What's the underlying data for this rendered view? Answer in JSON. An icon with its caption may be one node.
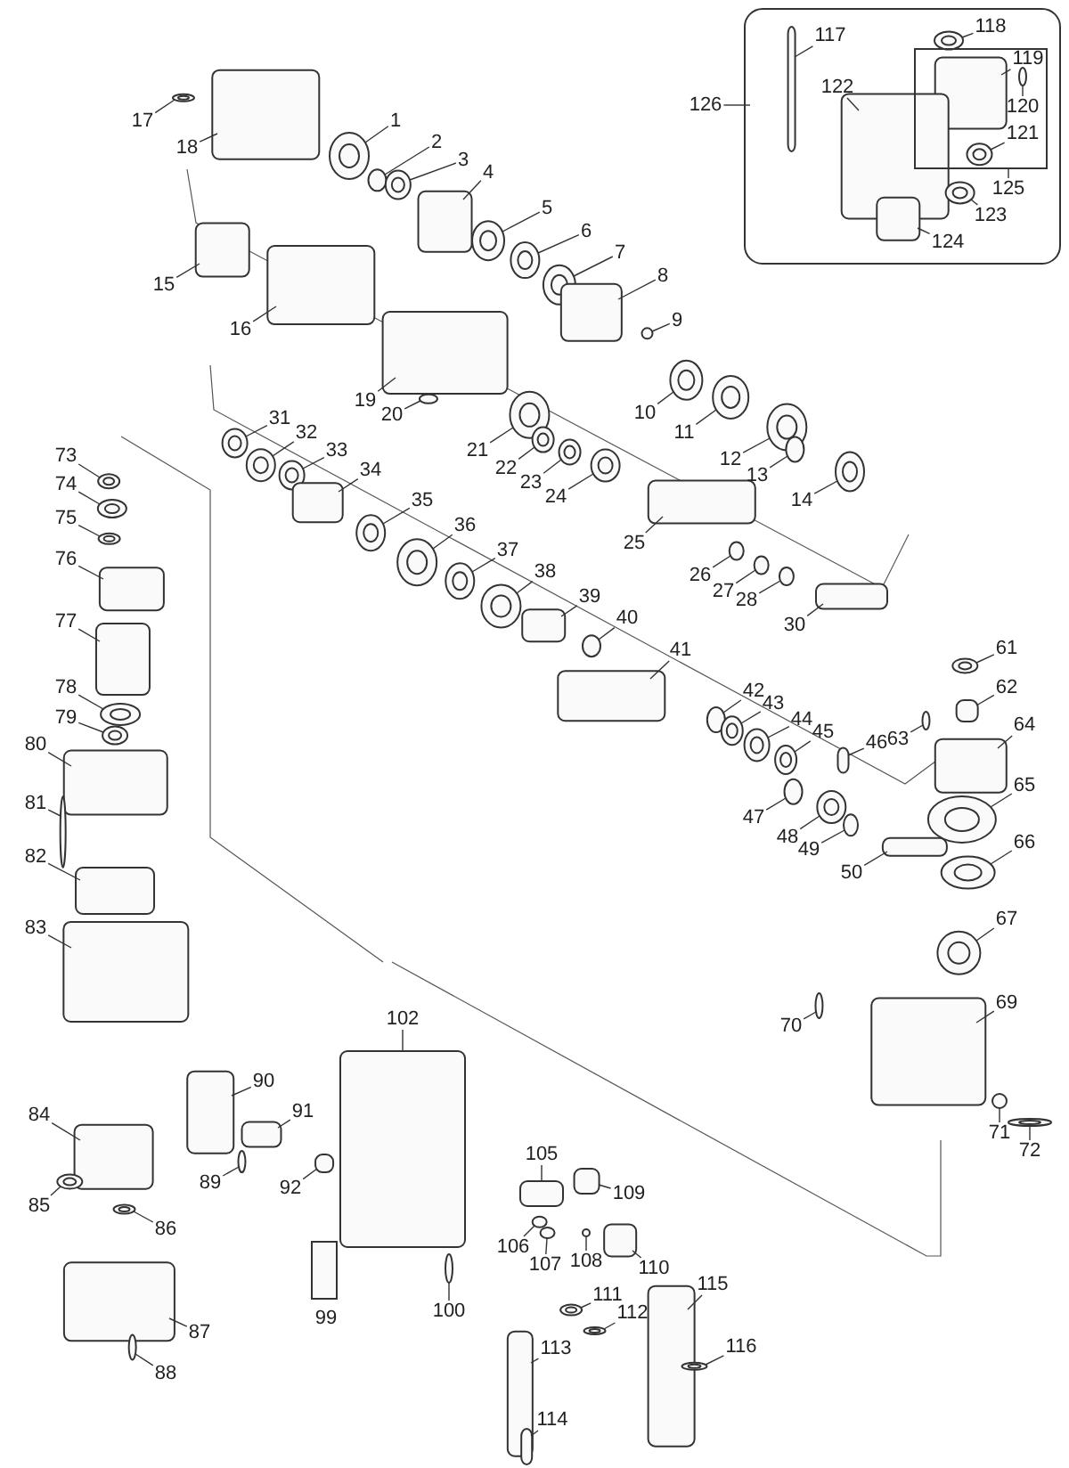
{
  "diagram": {
    "nodes": [
      {
        "text": [
          "1"
        ]
      },
      {
        "text": [
          "2"
        ]
      },
      {
        "text": [
          "3"
        ]
      },
      {
        "text": [
          "4"
        ]
      },
      {
        "text": [
          "5"
        ]
      },
      {
        "text": [
          "6"
        ]
      },
      {
        "text": [
          "7"
        ]
      },
      {
        "text": [
          "8"
        ]
      },
      {
        "text": [
          "9"
        ]
      },
      {
        "text": [
          "10"
        ]
      },
      {
        "text": [
          "11"
        ]
      },
      {
        "text": [
          "12"
        ]
      },
      {
        "text": [
          "13"
        ]
      },
      {
        "text": [
          "14"
        ]
      },
      {
        "text": [
          "15"
        ]
      },
      {
        "text": [
          "16"
        ]
      },
      {
        "text": [
          "17"
        ]
      },
      {
        "text": [
          "18"
        ]
      },
      {
        "text": [
          "19"
        ]
      },
      {
        "text": [
          "20"
        ]
      },
      {
        "text": [
          "21"
        ]
      },
      {
        "text": [
          "22"
        ]
      },
      {
        "text": [
          "23"
        ]
      },
      {
        "text": [
          "24"
        ]
      },
      {
        "text": [
          "25"
        ]
      },
      {
        "text": [
          "26"
        ]
      },
      {
        "text": [
          "27"
        ]
      },
      {
        "text": [
          "28"
        ]
      },
      {
        "text": [
          "30"
        ]
      },
      {
        "text": [
          "31"
        ]
      },
      {
        "text": [
          "32"
        ]
      },
      {
        "text": [
          "33"
        ]
      },
      {
        "text": [
          "34"
        ]
      },
      {
        "text": [
          "35"
        ]
      },
      {
        "text": [
          "36"
        ]
      },
      {
        "text": [
          "37"
        ]
      },
      {
        "text": [
          "38"
        ]
      },
      {
        "text": [
          "39"
        ]
      },
      {
        "text": [
          "40"
        ]
      },
      {
        "text": [
          "41"
        ]
      },
      {
        "text": [
          "42"
        ]
      },
      {
        "text": [
          "43"
        ]
      },
      {
        "text": [
          "44"
        ]
      },
      {
        "text": [
          "45"
        ]
      },
      {
        "text": [
          "46"
        ]
      },
      {
        "text": [
          "47"
        ]
      },
      {
        "text": [
          "48"
        ]
      },
      {
        "text": [
          "49"
        ]
      },
      {
        "text": [
          "50"
        ]
      },
      {
        "text": [
          "61"
        ]
      },
      {
        "text": [
          "62"
        ]
      },
      {
        "text": [
          "63"
        ]
      },
      {
        "text": [
          "64"
        ]
      },
      {
        "text": [
          "65"
        ]
      },
      {
        "text": [
          "66"
        ]
      },
      {
        "text": [
          "67"
        ]
      },
      {
        "text": [
          "69"
        ]
      },
      {
        "text": [
          "70"
        ]
      },
      {
        "text": [
          "71"
        ]
      },
      {
        "text": [
          "72"
        ]
      },
      {
        "text": [
          "73"
        ]
      },
      {
        "text": [
          "74"
        ]
      },
      {
        "text": [
          "75"
        ]
      },
      {
        "text": [
          "76"
        ]
      },
      {
        "text": [
          "77"
        ]
      },
      {
        "text": [
          "78"
        ]
      },
      {
        "text": [
          "79"
        ]
      },
      {
        "text": [
          "80"
        ]
      },
      {
        "text": [
          "81"
        ]
      },
      {
        "text": [
          "82"
        ]
      },
      {
        "text": [
          "83"
        ]
      },
      {
        "text": [
          "84"
        ]
      },
      {
        "text": [
          "85"
        ]
      },
      {
        "text": [
          "86"
        ]
      },
      {
        "text": [
          "87"
        ]
      },
      {
        "text": [
          "88"
        ]
      },
      {
        "text": [
          "89"
        ]
      },
      {
        "text": [
          "90"
        ]
      },
      {
        "text": [
          "91"
        ]
      },
      {
        "text": [
          "92"
        ]
      },
      {
        "text": [
          "100"
        ]
      },
      {
        "text": [
          "102"
        ]
      },
      {
        "text": [
          "105"
        ]
      },
      {
        "text": [
          "106"
        ]
      },
      {
        "text": [
          "107"
        ]
      },
      {
        "text": [
          "108"
        ]
      },
      {
        "text": [
          "109"
        ]
      },
      {
        "text": [
          "110"
        ]
      },
      {
        "text": [
          "111"
        ]
      },
      {
        "text": [
          "112"
        ]
      },
      {
        "text": [
          "113"
        ]
      },
      {
        "text": [
          "114"
        ]
      },
      {
        "text": [
          "115"
        ]
      },
      {
        "text": [
          "116"
        ]
      },
      {
        "text": [
          "117"
        ]
      },
      {
        "text": [
          "118"
        ]
      },
      {
        "text": [
          "119"
        ],
        "in": 206
      },
      {
        "text": [
          "120"
        ],
        "in": 206
      },
      {
        "text": [
          "121"
        ],
        "in": 206
      },
      {
        "text": [
          "122"
        ]
      },
      {
        "text": [
          "123"
        ]
      },
      {
        "text": [
          "124"
        ]
      },
      {
        "text": [
          "125"
        ]
      },
      {
        "text": [
          "126"
        ]
      },
      {
        "text": [],
        "shape": "circle"
      },
      {
        "text": [],
        "shape": "circle"
      },
      {
        "text": [],
        "shape": "circle"
      },
      {
        "text": [],
        "shape": "box"
      },
      {
        "text": [],
        "shape": "circle"
      },
      {
        "text": [],
        "shape": "circle"
      },
      {
        "text": [],
        "shape": "circle"
      },
      {
        "text": [],
        "shape": "box"
      },
      {
        "text": [],
        "shape": "circle"
      },
      {
        "text": [],
        "shape": "circle"
      },
      {
        "text": [],
        "shape": "circle"
      },
      {
        "text": [],
        "shape": "circle"
      },
      {
        "text": [],
        "shape": "circle"
      },
      {
        "text": [],
        "shape": "circle"
      },
      {
        "text": [],
        "shape": "box"
      },
      {
        "text": [],
        "shape": "box"
      },
      {
        "text": [],
        "shape": "circle"
      },
      {
        "text": [],
        "shape": "box"
      },
      {
        "text": [],
        "shape": "box"
      },
      {
        "text": [],
        "shape": "circle"
      },
      {
        "text": [],
        "shape": "circle"
      },
      {
        "text": [],
        "shape": "circle"
      },
      {
        "text": [],
        "shape": "circle"
      },
      {
        "text": [],
        "shape": "circle"
      },
      {
        "text": [],
        "shape": "box"
      },
      {
        "text": [],
        "shape": "circle"
      },
      {
        "text": [],
        "shape": "circle"
      },
      {
        "text": [],
        "shape": "circle"
      },
      {
        "text": [],
        "shape": "box"
      },
      {
        "text": [],
        "shape": "circle"
      },
      {
        "text": [],
        "shape": "circle"
      },
      {
        "text": [],
        "shape": "circle"
      },
      {
        "text": [],
        "shape": "box"
      },
      {
        "text": [],
        "shape": "circle"
      },
      {
        "text": [],
        "shape": "circle"
      },
      {
        "text": [],
        "shape": "circle"
      },
      {
        "text": [],
        "shape": "circle"
      },
      {
        "text": [],
        "shape": "box"
      },
      {
        "text": [],
        "shape": "circle"
      },
      {
        "text": [],
        "shape": "box"
      },
      {
        "text": [],
        "shape": "circle"
      },
      {
        "text": [],
        "shape": "circle"
      },
      {
        "text": [],
        "shape": "circle"
      },
      {
        "text": [],
        "shape": "circle"
      },
      {
        "text": [],
        "shape": "box"
      },
      {
        "text": [],
        "shape": "circle"
      },
      {
        "text": [],
        "shape": "circle"
      },
      {
        "text": [],
        "shape": "circle"
      },
      {
        "text": [],
        "shape": "box"
      },
      {
        "text": [],
        "shape": "circle"
      },
      {
        "text": [],
        "shape": "box"
      },
      {
        "text": [],
        "shape": "circle"
      },
      {
        "text": [],
        "shape": "box"
      },
      {
        "text": [],
        "shape": "circle"
      },
      {
        "text": [],
        "shape": "circle"
      },
      {
        "text": [],
        "shape": "circle"
      },
      {
        "text": [],
        "shape": "box"
      },
      {
        "text": [],
        "shape": "circle"
      },
      {
        "text": [],
        "shape": "box"
      },
      {
        "text": [],
        "shape": "circle"
      },
      {
        "text": [],
        "shape": "circle"
      },
      {
        "text": [],
        "shape": "circle"
      },
      {
        "text": [],
        "shape": "circle"
      },
      {
        "text": [],
        "shape": "box"
      },
      {
        "text": [],
        "shape": "box"
      },
      {
        "text": [],
        "shape": "circle"
      },
      {
        "text": [],
        "shape": "circle"
      },
      {
        "text": [],
        "shape": "box"
      },
      {
        "text": [],
        "shape": "circle"
      },
      {
        "text": [],
        "shape": "box"
      },
      {
        "text": [],
        "shape": "box"
      },
      {
        "text": [],
        "shape": "box"
      },
      {
        "text": [],
        "shape": "circle"
      },
      {
        "text": [],
        "shape": "circle"
      },
      {
        "text": [],
        "shape": "box"
      },
      {
        "text": [],
        "shape": "circle"
      },
      {
        "text": [],
        "shape": "circle"
      },
      {
        "text": [],
        "shape": "box"
      },
      {
        "text": [],
        "shape": "box"
      },
      {
        "text": [],
        "shape": "box"
      },
      {
        "text": [],
        "shape": "circle"
      },
      {
        "text": [],
        "shape": "box"
      },
      {
        "text": [],
        "shape": "box"
      },
      {
        "text": [],
        "shape": "circle"
      },
      {
        "text": [],
        "shape": "circle"
      },
      {
        "text": [],
        "shape": "circle"
      },
      {
        "text": [],
        "shape": "box"
      },
      {
        "text": [],
        "shape": "box"
      },
      {
        "text": [],
        "shape": "circle"
      },
      {
        "text": [],
        "shape": "circle"
      },
      {
        "text": [],
        "shape": "box"
      },
      {
        "text": [],
        "shape": "box"
      },
      {
        "text": [],
        "shape": "box"
      },
      {
        "text": [],
        "shape": "circle"
      },
      {
        "text": [],
        "shape": "box"
      },
      {
        "text": [],
        "shape": "circle"
      },
      {
        "text": [],
        "shape": "box",
        "in": 206
      },
      {
        "text": [],
        "shape": "circle",
        "in": 206
      },
      {
        "text": [],
        "shape": "circle",
        "in": 206
      },
      {
        "text": [],
        "shape": "box"
      },
      {
        "text": [],
        "shape": "circle"
      },
      {
        "text": [],
        "shape": "box"
      },
      {
        "text": [],
        "shape": "box"
      }
    ],
    "edges": [
      {
        "from": 0,
        "to": 104,
        "arrow": "none"
      },
      {
        "from": 1,
        "to": 105,
        "arrow": "none"
      },
      {
        "from": 2,
        "to": 106,
        "arrow": "none"
      },
      {
        "from": 3,
        "to": 107,
        "arrow": "none"
      },
      {
        "from": 4,
        "to": 108,
        "arrow": "none"
      },
      {
        "from": 5,
        "to": 109,
        "arrow": "none"
      },
      {
        "from": 6,
        "to": 110,
        "arrow": "none"
      },
      {
        "from": 7,
        "to": 111,
        "arrow": "none"
      },
      {
        "from": 8,
        "to": 112,
        "arrow": "none"
      },
      {
        "from": 9,
        "to": 113,
        "arrow": "none"
      },
      {
        "from": 10,
        "to": 114,
        "arrow": "none"
      },
      {
        "from": 11,
        "to": 115,
        "arrow": "none"
      },
      {
        "from": 12,
        "to": 116,
        "arrow": "none"
      },
      {
        "from": 13,
        "to": 117,
        "arrow": "none"
      },
      {
        "from": 14,
        "to": 118,
        "arrow": "none"
      },
      {
        "from": 15,
        "to": 119,
        "arrow": "none"
      },
      {
        "from": 16,
        "to": 120,
        "arrow": "none"
      },
      {
        "from": 17,
        "to": 121,
        "arrow": "none"
      },
      {
        "from": 18,
        "to": 122,
        "arrow": "none"
      },
      {
        "from": 19,
        "to": 123,
        "arrow": "none"
      },
      {
        "from": 20,
        "to": 124,
        "arrow": "none"
      },
      {
        "from": 21,
        "to": 125,
        "arrow": "none"
      },
      {
        "from": 22,
        "to": 126,
        "arrow": "none"
      },
      {
        "from": 23,
        "to": 127,
        "arrow": "none"
      },
      {
        "from": 24,
        "to": 128,
        "arrow": "none"
      },
      {
        "from": 25,
        "to": 129,
        "arrow": "none"
      },
      {
        "from": 26,
        "to": 130,
        "arrow": "none"
      },
      {
        "from": 27,
        "to": 131,
        "arrow": "none"
      },
      {
        "from": 28,
        "to": 132,
        "arrow": "none"
      },
      {
        "from": 29,
        "to": 133,
        "arrow": "none"
      },
      {
        "from": 30,
        "to": 134,
        "arrow": "none"
      },
      {
        "from": 31,
        "to": 135,
        "arrow": "none"
      },
      {
        "from": 32,
        "to": 136,
        "arrow": "none"
      },
      {
        "from": 33,
        "to": 137,
        "arrow": "none"
      },
      {
        "from": 34,
        "to": 138,
        "arrow": "none"
      },
      {
        "from": 35,
        "to": 139,
        "arrow": "none"
      },
      {
        "from": 36,
        "to": 140,
        "arrow": "none"
      },
      {
        "from": 37,
        "to": 141,
        "arrow": "none"
      },
      {
        "from": 38,
        "to": 142,
        "arrow": "none"
      },
      {
        "from": 39,
        "to": 143,
        "arrow": "none"
      },
      {
        "from": 40,
        "to": 144,
        "arrow": "none"
      },
      {
        "from": 41,
        "to": 145,
        "arrow": "none"
      },
      {
        "from": 42,
        "to": 146,
        "arrow": "none"
      },
      {
        "from": 43,
        "to": 147,
        "arrow": "none"
      },
      {
        "from": 44,
        "to": 148,
        "arrow": "none"
      },
      {
        "from": 45,
        "to": 149,
        "arrow": "none"
      },
      {
        "from": 46,
        "to": 150,
        "arrow": "none"
      },
      {
        "from": 47,
        "to": 151,
        "arrow": "none"
      },
      {
        "from": 48,
        "to": 152,
        "arrow": "none"
      },
      {
        "from": 49,
        "to": 153,
        "arrow": "none"
      },
      {
        "from": 50,
        "to": 154,
        "arrow": "none"
      },
      {
        "from": 51,
        "to": 155,
        "arrow": "none"
      },
      {
        "from": 52,
        "to": 156,
        "arrow": "none"
      },
      {
        "from": 53,
        "to": 157,
        "arrow": "none"
      },
      {
        "from": 54,
        "to": 158,
        "arrow": "none"
      },
      {
        "from": 55,
        "to": 159,
        "arrow": "none"
      },
      {
        "from": 56,
        "to": 160,
        "arrow": "none"
      },
      {
        "from": 57,
        "to": 161,
        "arrow": "none"
      },
      {
        "from": 58,
        "to": 162,
        "arrow": "none"
      },
      {
        "from": 59,
        "to": 163,
        "arrow": "none"
      },
      {
        "from": 60,
        "to": 164,
        "arrow": "none"
      },
      {
        "from": 61,
        "to": 165,
        "arrow": "none"
      },
      {
        "from": 62,
        "to": 166,
        "arrow": "none"
      },
      {
        "from": 63,
        "to": 167,
        "arrow": "none"
      },
      {
        "from": 64,
        "to": 168,
        "arrow": "none"
      },
      {
        "from": 65,
        "to": 169,
        "arrow": "none"
      },
      {
        "from": 66,
        "to": 170,
        "arrow": "none"
      },
      {
        "from": 67,
        "to": 171,
        "arrow": "none"
      },
      {
        "from": 68,
        "to": 172,
        "arrow": "none"
      },
      {
        "from": 69,
        "to": 173,
        "arrow": "none"
      },
      {
        "from": 70,
        "to": 174,
        "arrow": "none"
      },
      {
        "from": 71,
        "to": 175,
        "arrow": "none"
      },
      {
        "from": 72,
        "to": 176,
        "arrow": "none"
      },
      {
        "from": 73,
        "to": 177,
        "arrow": "none"
      },
      {
        "from": 74,
        "to": 178,
        "arrow": "none"
      },
      {
        "from": 75,
        "to": 179,
        "arrow": "none"
      },
      {
        "from": 76,
        "to": 180,
        "arrow": "none"
      },
      {
        "from": 77,
        "to": 181,
        "arrow": "none"
      },
      {
        "from": 78,
        "to": 182,
        "arrow": "none"
      },
      {
        "from": 79,
        "to": 183,
        "arrow": "none"
      },
      {
        "from": 80,
        "to": 184,
        "arrow": "none"
      },
      {
        "from": 81,
        "to": 185,
        "arrow": "none"
      },
      {
        "from": 82,
        "to": 186,
        "arrow": "none"
      },
      {
        "from": 83,
        "to": 187,
        "arrow": "none"
      },
      {
        "from": 84,
        "to": 188,
        "arrow": "none"
      },
      {
        "from": 85,
        "to": 189,
        "arrow": "none"
      },
      {
        "from": 86,
        "to": 190,
        "arrow": "none"
      },
      {
        "from": 87,
        "to": 191,
        "arrow": "none"
      },
      {
        "from": 88,
        "to": 192,
        "arrow": "none"
      },
      {
        "from": 89,
        "to": 193,
        "arrow": "none"
      },
      {
        "from": 90,
        "to": 194,
        "arrow": "none"
      },
      {
        "from": 91,
        "to": 195,
        "arrow": "none"
      },
      {
        "from": 92,
        "to": 196,
        "arrow": "none"
      },
      {
        "from": 93,
        "to": 197,
        "arrow": "none"
      },
      {
        "from": 94,
        "to": 198,
        "arrow": "none"
      },
      {
        "from": 95,
        "to": 199,
        "arrow": "none"
      },
      {
        "from": 96,
        "to": 200,
        "arrow": "none"
      },
      {
        "from": 97,
        "to": 201,
        "arrow": "none"
      },
      {
        "from": 98,
        "to": 202,
        "arrow": "none"
      },
      {
        "from": 99,
        "to": 203,
        "arrow": "none"
      },
      {
        "from": 100,
        "to": 204,
        "arrow": "none"
      },
      {
        "from": 101,
        "to": 205,
        "arrow": "none"
      },
      {
        "from": 102,
        "to": 206,
        "arrow": "none"
      },
      {
        "from": 103,
        "to": null,
        "arrow": "none"
      }
    ],
    "labels": [
      "99"
    ]
  }
}
